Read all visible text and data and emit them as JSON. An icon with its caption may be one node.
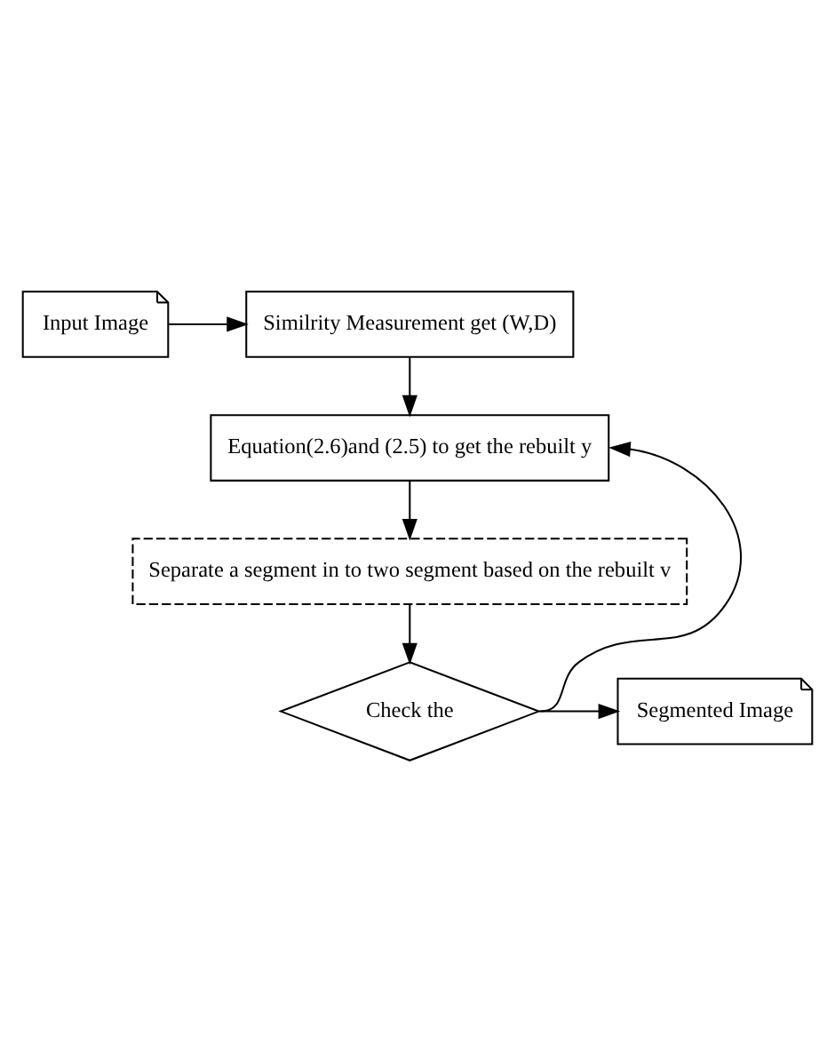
{
  "diagram": {
    "nodes": [
      {
        "text": [
          "Input Image"
        ]
      },
      {
        "text": [
          "Similrity Measurement get (W,D)"
        ]
      },
      {
        "text": [
          "Equation(2.6)and (2.5) to get the rebuilt y"
        ]
      },
      {
        "text": [
          "Separate a segment in to two segment based on the rebuilt v"
        ]
      },
      {
        "text": [
          "Check the"
        ]
      },
      {
        "text": [
          "Segmented Image"
        ]
      }
    ],
    "edges": [
      {
        "from": 0,
        "to": 1,
        "arrow": "to"
      },
      {
        "from": 1,
        "to": 2,
        "arrow": "to"
      },
      {
        "from": 2,
        "to": 3,
        "arrow": "to"
      },
      {
        "from": 3,
        "to": 4,
        "arrow": "to"
      },
      {
        "from": 4,
        "to": 5,
        "arrow": "to"
      },
      {
        "from": 4,
        "to": 2,
        "arrow": "to"
      }
    ]
  }
}
